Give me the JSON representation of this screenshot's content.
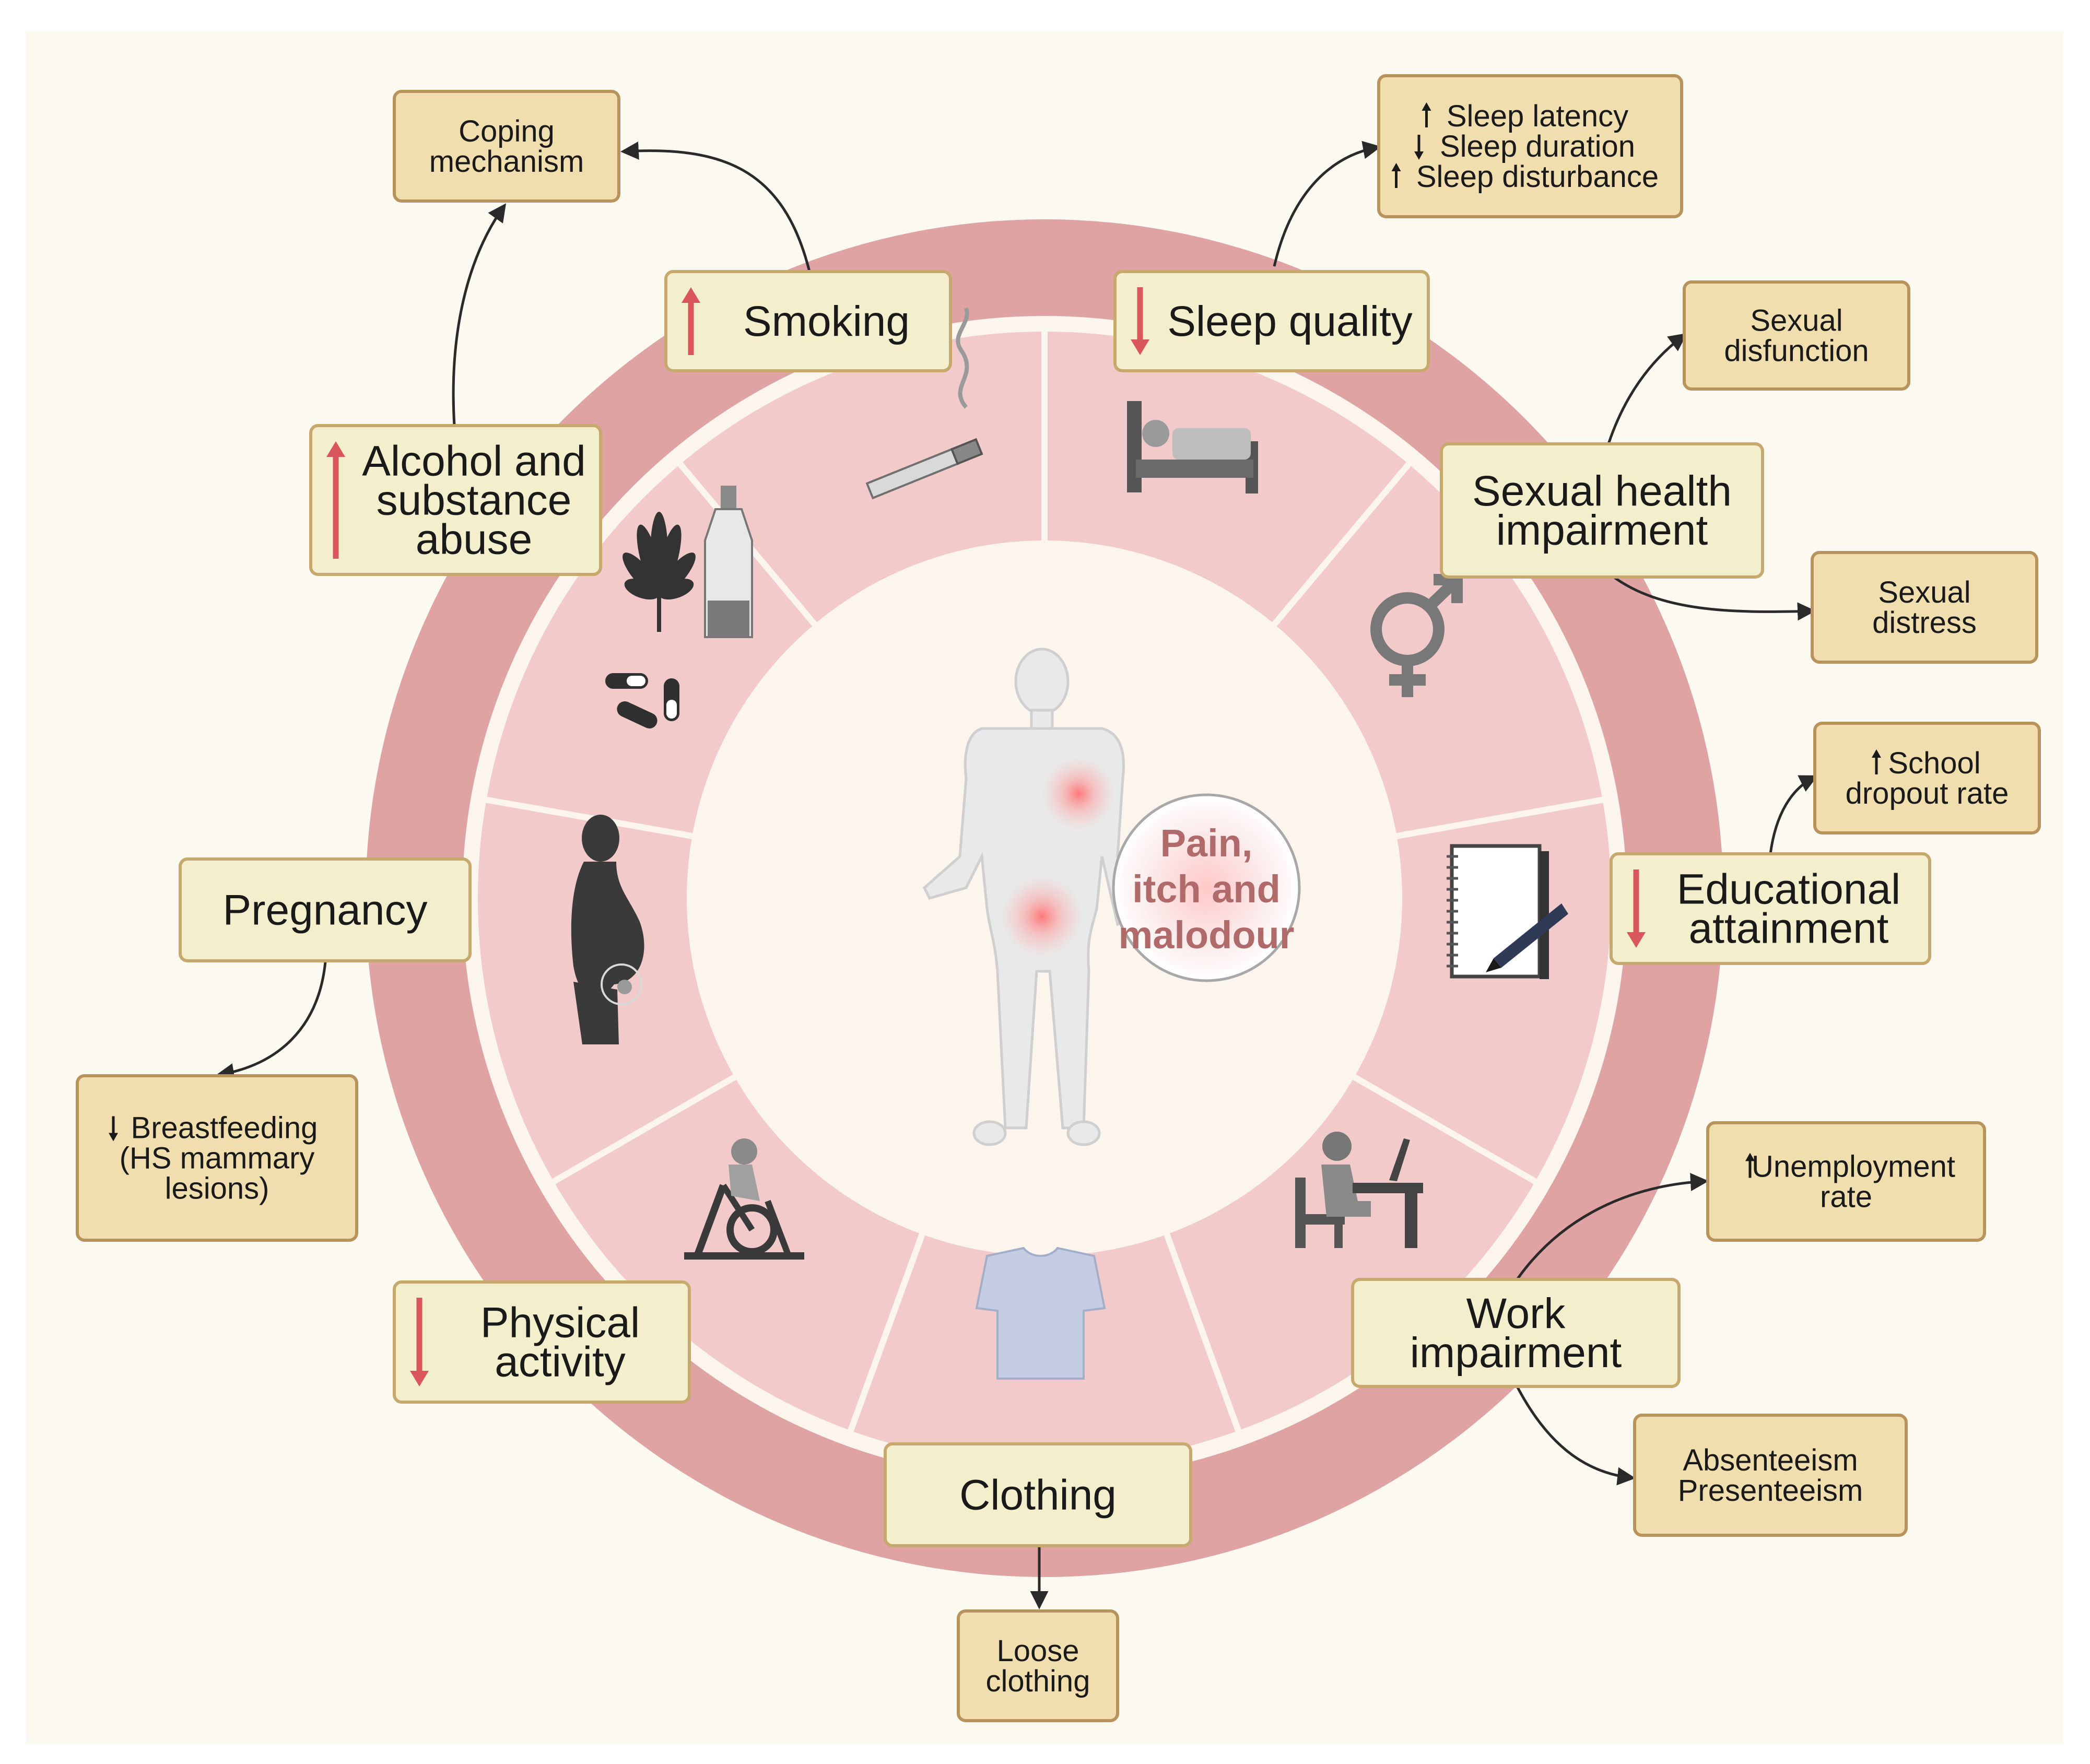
{
  "center": {
    "lines": [
      "Pain,",
      "itch and",
      "malodour"
    ]
  },
  "factors": {
    "smoking": {
      "lines": [
        "Smoking"
      ],
      "trend": "up"
    },
    "sleep": {
      "lines": [
        "Sleep quality"
      ],
      "trend": "down"
    },
    "sexual": {
      "lines": [
        "Sexual health",
        "impairment"
      ],
      "trend": "none"
    },
    "education": {
      "lines": [
        "Educational",
        "attainment"
      ],
      "trend": "down"
    },
    "work": {
      "lines": [
        "Work",
        "impairment"
      ],
      "trend": "none"
    },
    "clothing": {
      "lines": [
        "Clothing"
      ],
      "trend": "none"
    },
    "physical": {
      "lines": [
        "Physical",
        "activity"
      ],
      "trend": "down"
    },
    "pregnancy": {
      "lines": [
        "Pregnancy"
      ],
      "trend": "none"
    },
    "alcohol": {
      "lines": [
        "Alcohol and",
        "substance",
        "abuse"
      ],
      "trend": "up"
    }
  },
  "outcomes": {
    "coping": {
      "lines": [
        " Coping",
        "mechanism"
      ]
    },
    "sleep_effects": {
      "lines": [
        "Sleep latency",
        "Sleep duration",
        "Sleep disturbance"
      ],
      "arrows": [
        "up",
        "down",
        "up"
      ]
    },
    "sexual_dysfunction": {
      "lines": [
        "Sexual",
        "disfunction"
      ]
    },
    "sexual_distress": {
      "lines": [
        "Sexual",
        "distress"
      ]
    },
    "school_dropout": {
      "lines": [
        "School",
        "dropout rate"
      ],
      "arrows": [
        "up",
        ""
      ]
    },
    "unemployment": {
      "lines": [
        "Unemployment",
        "rate"
      ],
      "arrows": [
        "up",
        ""
      ]
    },
    "absenteeism": {
      "lines": [
        "Absenteeism",
        "Presenteeism"
      ]
    },
    "loose_clothing": {
      "lines": [
        "Loose",
        "clothing"
      ]
    },
    "breastfeeding": {
      "lines": [
        "Breastfeeding",
        "(HS mammary",
        "lesions)"
      ],
      "arrows": [
        "down",
        "",
        ""
      ]
    }
  },
  "colors": {
    "background": "#fcf9f0",
    "outer_ring": "#dfa3a3",
    "segment_fill": "#f2caca",
    "box_fill": "#f3efcc",
    "box_border": "#c7a96d",
    "outcome_fill": "#f0deae",
    "outcome_border": "#b8935c",
    "arrow_red": "#d9575c"
  },
  "icons": [
    "cigarette-icon",
    "bed-icon",
    "gender-symbol-icon",
    "notebook-pen-icon",
    "desk-worker-icon",
    "tshirt-icon",
    "exercise-bike-icon",
    "pregnant-woman-icon",
    "cannabis-bottle-pills-icon",
    "human-body-icon"
  ]
}
